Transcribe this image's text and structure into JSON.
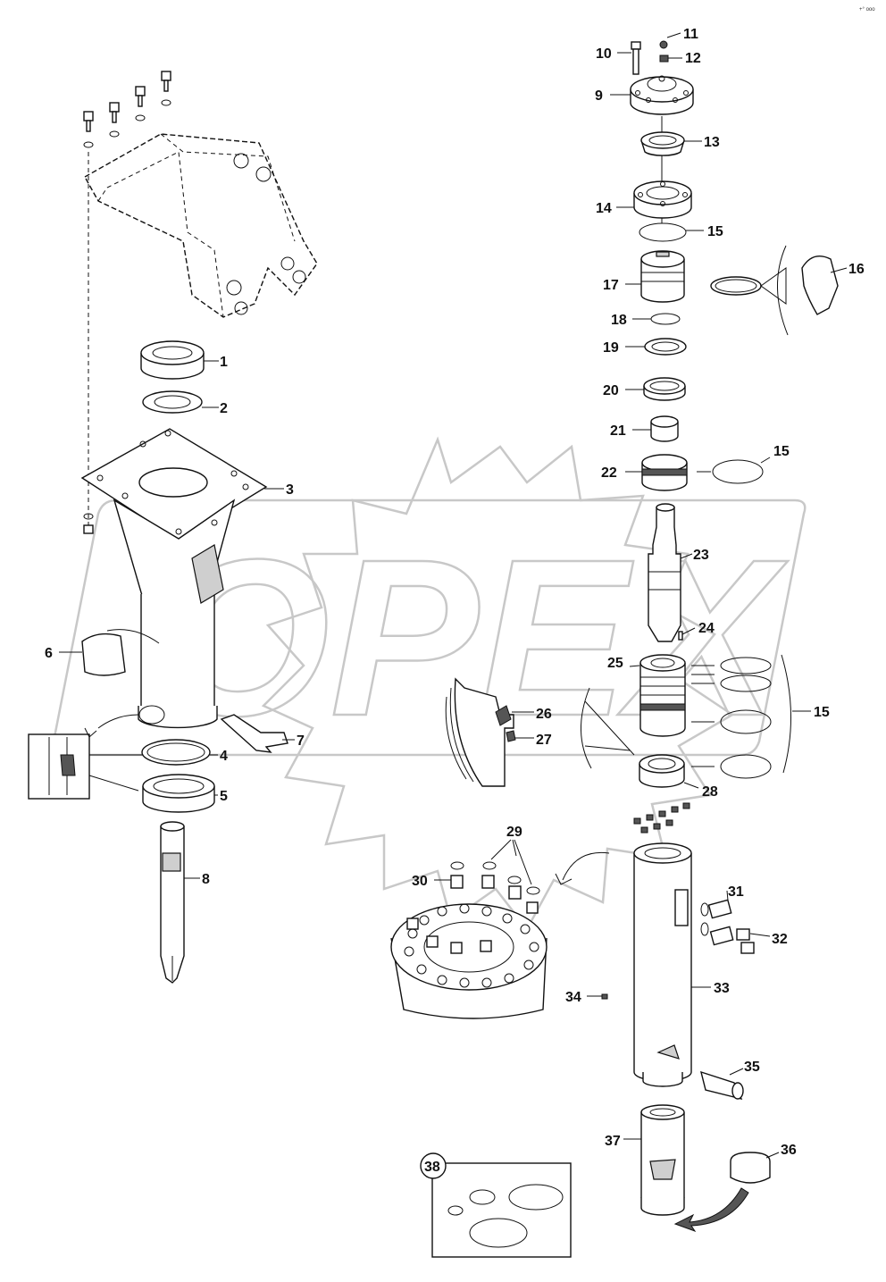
{
  "watermark": {
    "text": "OPEX"
  },
  "corner_mark": "+° ooo",
  "callouts": {
    "p1": "1",
    "p2": "2",
    "p3": "3",
    "p4": "4",
    "p5": "5",
    "p6": "6",
    "p7": "7",
    "p8": "8",
    "p9": "9",
    "p10": "10",
    "p11": "11",
    "p12": "12",
    "p13": "13",
    "p14": "14",
    "p15a": "15",
    "p15b": "15",
    "p15c": "15",
    "p16": "16",
    "p17": "17",
    "p18": "18",
    "p19": "19",
    "p20": "20",
    "p21": "21",
    "p22": "22",
    "p23": "23",
    "p24": "24",
    "p25": "25",
    "p26": "26",
    "p27": "27",
    "p28": "28",
    "p29": "29",
    "p30": "30",
    "p31": "31",
    "p32": "32",
    "p33": "33",
    "p34": "34",
    "p35": "35",
    "p36": "36",
    "p37": "37",
    "p38": "38"
  }
}
